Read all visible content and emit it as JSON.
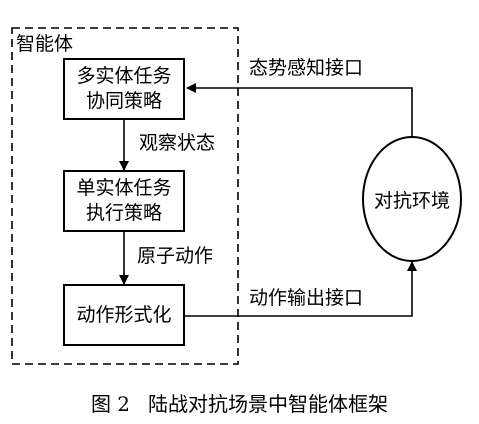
{
  "container": {
    "label": "智能体"
  },
  "boxes": {
    "multi_entity": {
      "line1": "多实体任务",
      "line2": "协同策略"
    },
    "single_entity": {
      "line1": "单实体任务",
      "line2": "执行策略"
    },
    "action_format": {
      "line1": "动作形式化"
    }
  },
  "edge_labels": {
    "observe_state": "观察状态",
    "atomic_action": "原子动作",
    "situation_interface": "态势感知接口",
    "action_output_interface": "动作输出接口"
  },
  "environment": {
    "label": "对抗环境"
  },
  "caption": {
    "number": "图 2",
    "title": "陆战对抗场景中智能体框架"
  }
}
